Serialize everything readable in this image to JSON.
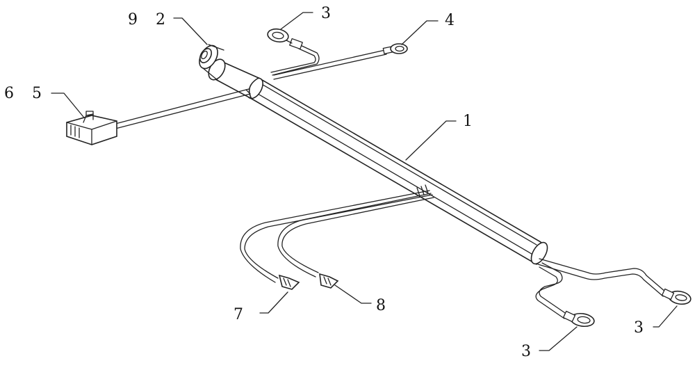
{
  "diagram": {
    "labels": {
      "l1": "1",
      "l2": "2",
      "l3_top": "3",
      "l3_right": "3",
      "l3_bottom": "3",
      "l4": "4",
      "l5": "5",
      "l6": "6",
      "l7": "7",
      "l8": "8",
      "l9": "9"
    }
  }
}
